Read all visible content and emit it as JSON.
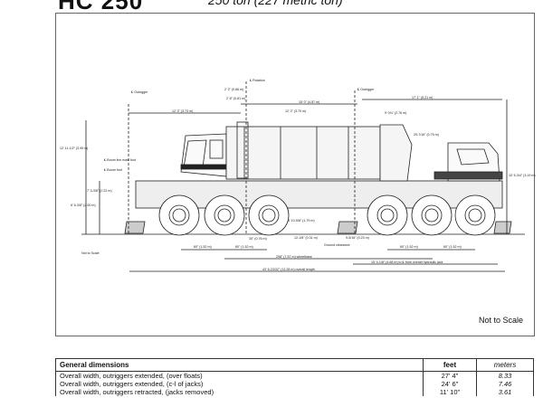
{
  "header": {
    "title": "HC 250",
    "subtitle": "250 ton (227 metric ton)"
  },
  "drawing": {
    "labels": {
      "rotation": "℄ Rotation",
      "outrigger_left": "℄ Outrigger",
      "outrigger_right": "℄ Outrigger",
      "d_2_2": "2' 2\" (0.66 m)",
      "d_2_8": "2' 8\" (0.81 m)",
      "d_12_3": "12' 3\" (3.73 m)",
      "d_12_2": "12' 2\" (3.70 m)",
      "d_15_0": "15' 0\" (4.57 m)",
      "d_17_1": "17' 1\" (5.21 m)",
      "d_9_0": "9' 0¾\" (2.76 m)",
      "d_29": "29-7/16\" (0.75 m)",
      "d_12_11": "12' 11-1/2\" (3.95 m)",
      "boot_pin": "℄ Boom live mast foot",
      "boom_foot": "℄ Boom foot",
      "d_7_3": "7' 3-3/8\" (2.22 m)",
      "d_6_6": "6' 6-3/8\" (2.00 m)",
      "d_10_5": "10' 5-3/4\" (3.19 m)",
      "d_5_10": "5' 10-5/8\" (1.79 m)",
      "d_13": "12-1/8\" (0.31 m)",
      "d_9": "9-5/16\" (0.23 m)",
      "ground": "Ground clearance",
      "d_60a": "60\" (1.52 m)",
      "d_60b": "60\" (1.52 m)",
      "d_30": "30\" (0.76 m)",
      "d_60c": "60\" (1.52 m)",
      "d_60d": "60\" (1.52 m)",
      "wheelbase": "298\" (7.57 m) wheelbase",
      "rear": "15' 4-1/8\" (4.68 m) to ℄ from overall hydraulic jack",
      "overall": "43' 6-23/32\" (13.28 m) overall length",
      "not_to_scale_small": "Not to Scale"
    },
    "not_to_scale": "Not to Scale"
  },
  "table": {
    "headers": [
      "General dimensions",
      "feet",
      "meters"
    ],
    "rows": [
      [
        "Overall width, outriggers extended, (over floats)",
        "27' 4\"",
        "8.33"
      ],
      [
        "Overall width, outriggers extended, (c-l of jacks)",
        "24' 6\"",
        "7.46"
      ],
      [
        "Overall width, outriggers retracted, (jacks removed)",
        "11' 10\"",
        "3.61"
      ]
    ]
  }
}
